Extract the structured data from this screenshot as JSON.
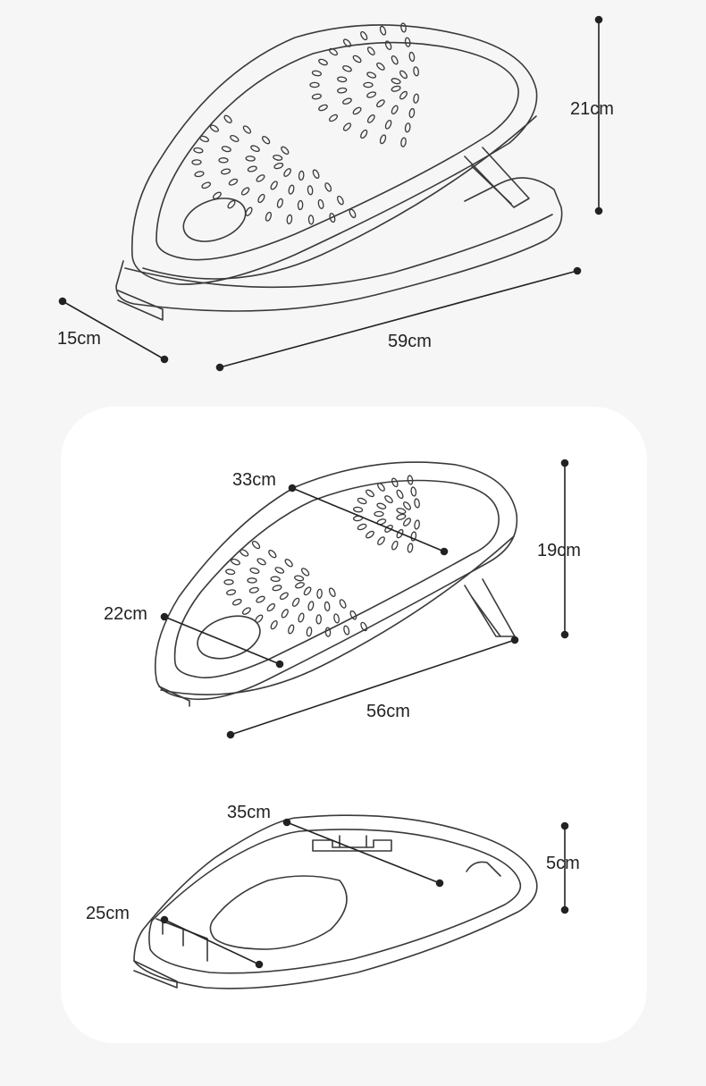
{
  "colors": {
    "background": "#f6f6f6",
    "panel": "#ffffff",
    "outline": "#3a3a3a",
    "dimension_line": "#222222"
  },
  "views": {
    "full_assembly": {
      "height_label": "21cm",
      "width_label": "15cm",
      "length_label": "59cm"
    },
    "seat_top": {
      "top_width_label": "33cm",
      "bottom_width_label": "22cm",
      "height_label": "19cm",
      "length_label": "56cm"
    },
    "base": {
      "top_width_label": "35cm",
      "bottom_width_label": "25cm",
      "height_label": "5cm"
    }
  }
}
